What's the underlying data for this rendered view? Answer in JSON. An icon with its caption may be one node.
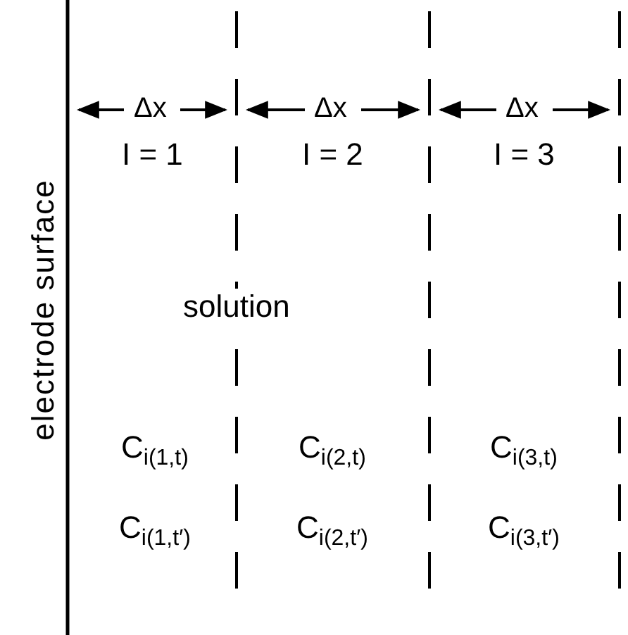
{
  "diagram": {
    "labels": [
      "electrode surface",
      "Δx",
      "Δx",
      "Δx",
      "I = 1",
      "I = 2",
      "I = 3",
      "solution",
      "C$_{i(1,t)}$",
      "C$_{i(2,t)}$",
      "C$_{i(3,t)}$",
      "C$_{i(1,t′)}$",
      "C$_{i(2,t′)}$",
      "C$_{i(3,t′)}$"
    ]
  }
}
